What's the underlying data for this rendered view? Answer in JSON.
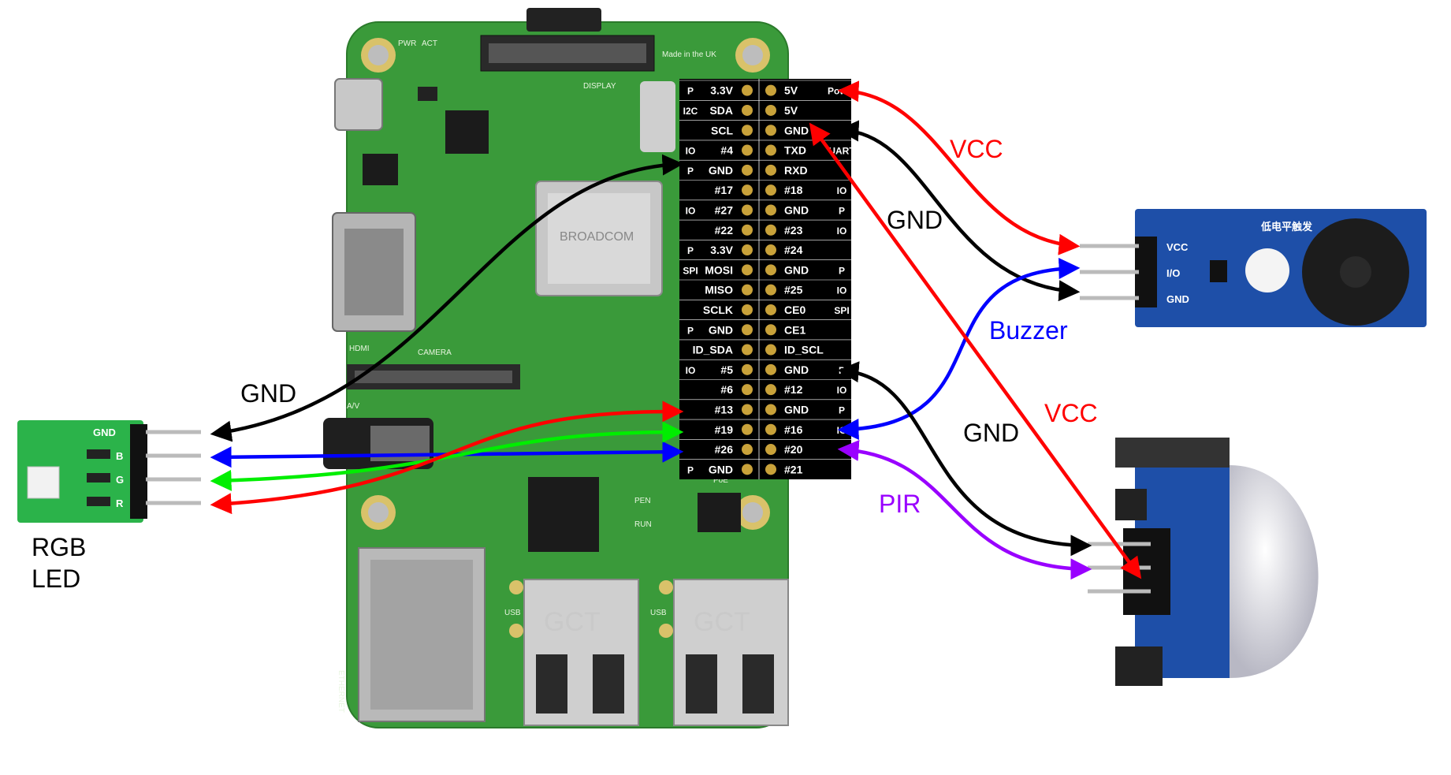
{
  "gpio_header": {
    "rows": [
      {
        "side_l": "P",
        "left": "3.3V",
        "right": "5V",
        "side_r": "Power"
      },
      {
        "side_l": "I2C",
        "left": "SDA",
        "right": "5V",
        "side_r": ""
      },
      {
        "side_l": "",
        "left": "SCL",
        "right": "GND",
        "side_r": ""
      },
      {
        "side_l": "IO",
        "left": "#4",
        "right": "TXD",
        "side_r": "UART"
      },
      {
        "side_l": "P",
        "left": "GND",
        "right": "RXD",
        "side_r": ""
      },
      {
        "side_l": "",
        "left": "#17",
        "right": "#18",
        "side_r": "IO"
      },
      {
        "side_l": "IO",
        "left": "#27",
        "right": "GND",
        "side_r": "P"
      },
      {
        "side_l": "",
        "left": "#22",
        "right": "#23",
        "side_r": "IO"
      },
      {
        "side_l": "P",
        "left": "3.3V",
        "right": "#24",
        "side_r": ""
      },
      {
        "side_l": "SPI",
        "left": "MOSI",
        "right": "GND",
        "side_r": "P"
      },
      {
        "side_l": "",
        "left": "MISO",
        "right": "#25",
        "side_r": "IO"
      },
      {
        "side_l": "",
        "left": "SCLK",
        "right": "CE0",
        "side_r": "SPI"
      },
      {
        "side_l": "P",
        "left": "GND",
        "right": "CE1",
        "side_r": ""
      },
      {
        "side_l": "",
        "left": "ID_SDA",
        "right": "ID_SCL",
        "side_r": ""
      },
      {
        "side_l": "IO",
        "left": "#5",
        "right": "GND",
        "side_r": "P"
      },
      {
        "side_l": "",
        "left": "#6",
        "right": "#12",
        "side_r": "IO"
      },
      {
        "side_l": "",
        "left": "#13",
        "right": "GND",
        "side_r": "P"
      },
      {
        "side_l": "",
        "left": "#19",
        "right": "#16",
        "side_r": "IO"
      },
      {
        "side_l": "",
        "left": "#26",
        "right": "#20",
        "side_r": ""
      },
      {
        "side_l": "P",
        "left": "GND",
        "right": "#21",
        "side_r": ""
      }
    ]
  },
  "board": {
    "silk_pwr": "PWR",
    "silk_act": "ACT",
    "silk_display": "DISPLAY",
    "silk_made": "Made in the UK",
    "silk_hdmi": "HDMI",
    "silk_camera": "CAMERA",
    "silk_av": "A/V",
    "silk_pen": "PEN",
    "silk_run": "RUN",
    "silk_poe": "PoE",
    "silk_usb": "USB",
    "silk_ethernet": "ETHERNET",
    "chip_label": "BROADCOM",
    "usb_brand": "GCT"
  },
  "rgb_led": {
    "label_line1": "RGB",
    "label_line2": "LED",
    "pins": [
      "GND",
      "B",
      "G",
      "R"
    ]
  },
  "buzzer_module": {
    "pins": [
      "VCC",
      "I/O",
      "GND"
    ],
    "title": "低电平触发"
  },
  "wires": {
    "vcc_buzzer": "VCC",
    "gnd_buzzer": "GND",
    "buzzer_signal": "Buzzer",
    "vcc_pir": "VCC",
    "gnd_pir": "GND",
    "pir_signal": "PIR",
    "gnd_led": "GND"
  },
  "colors": {
    "red": "#ff0000",
    "black": "#000000",
    "blue": "#0000ff",
    "green": "#00ee00",
    "purple": "#9900ff",
    "pcb_green": "#3a9a3a",
    "module_blue": "#1e4fa8"
  }
}
